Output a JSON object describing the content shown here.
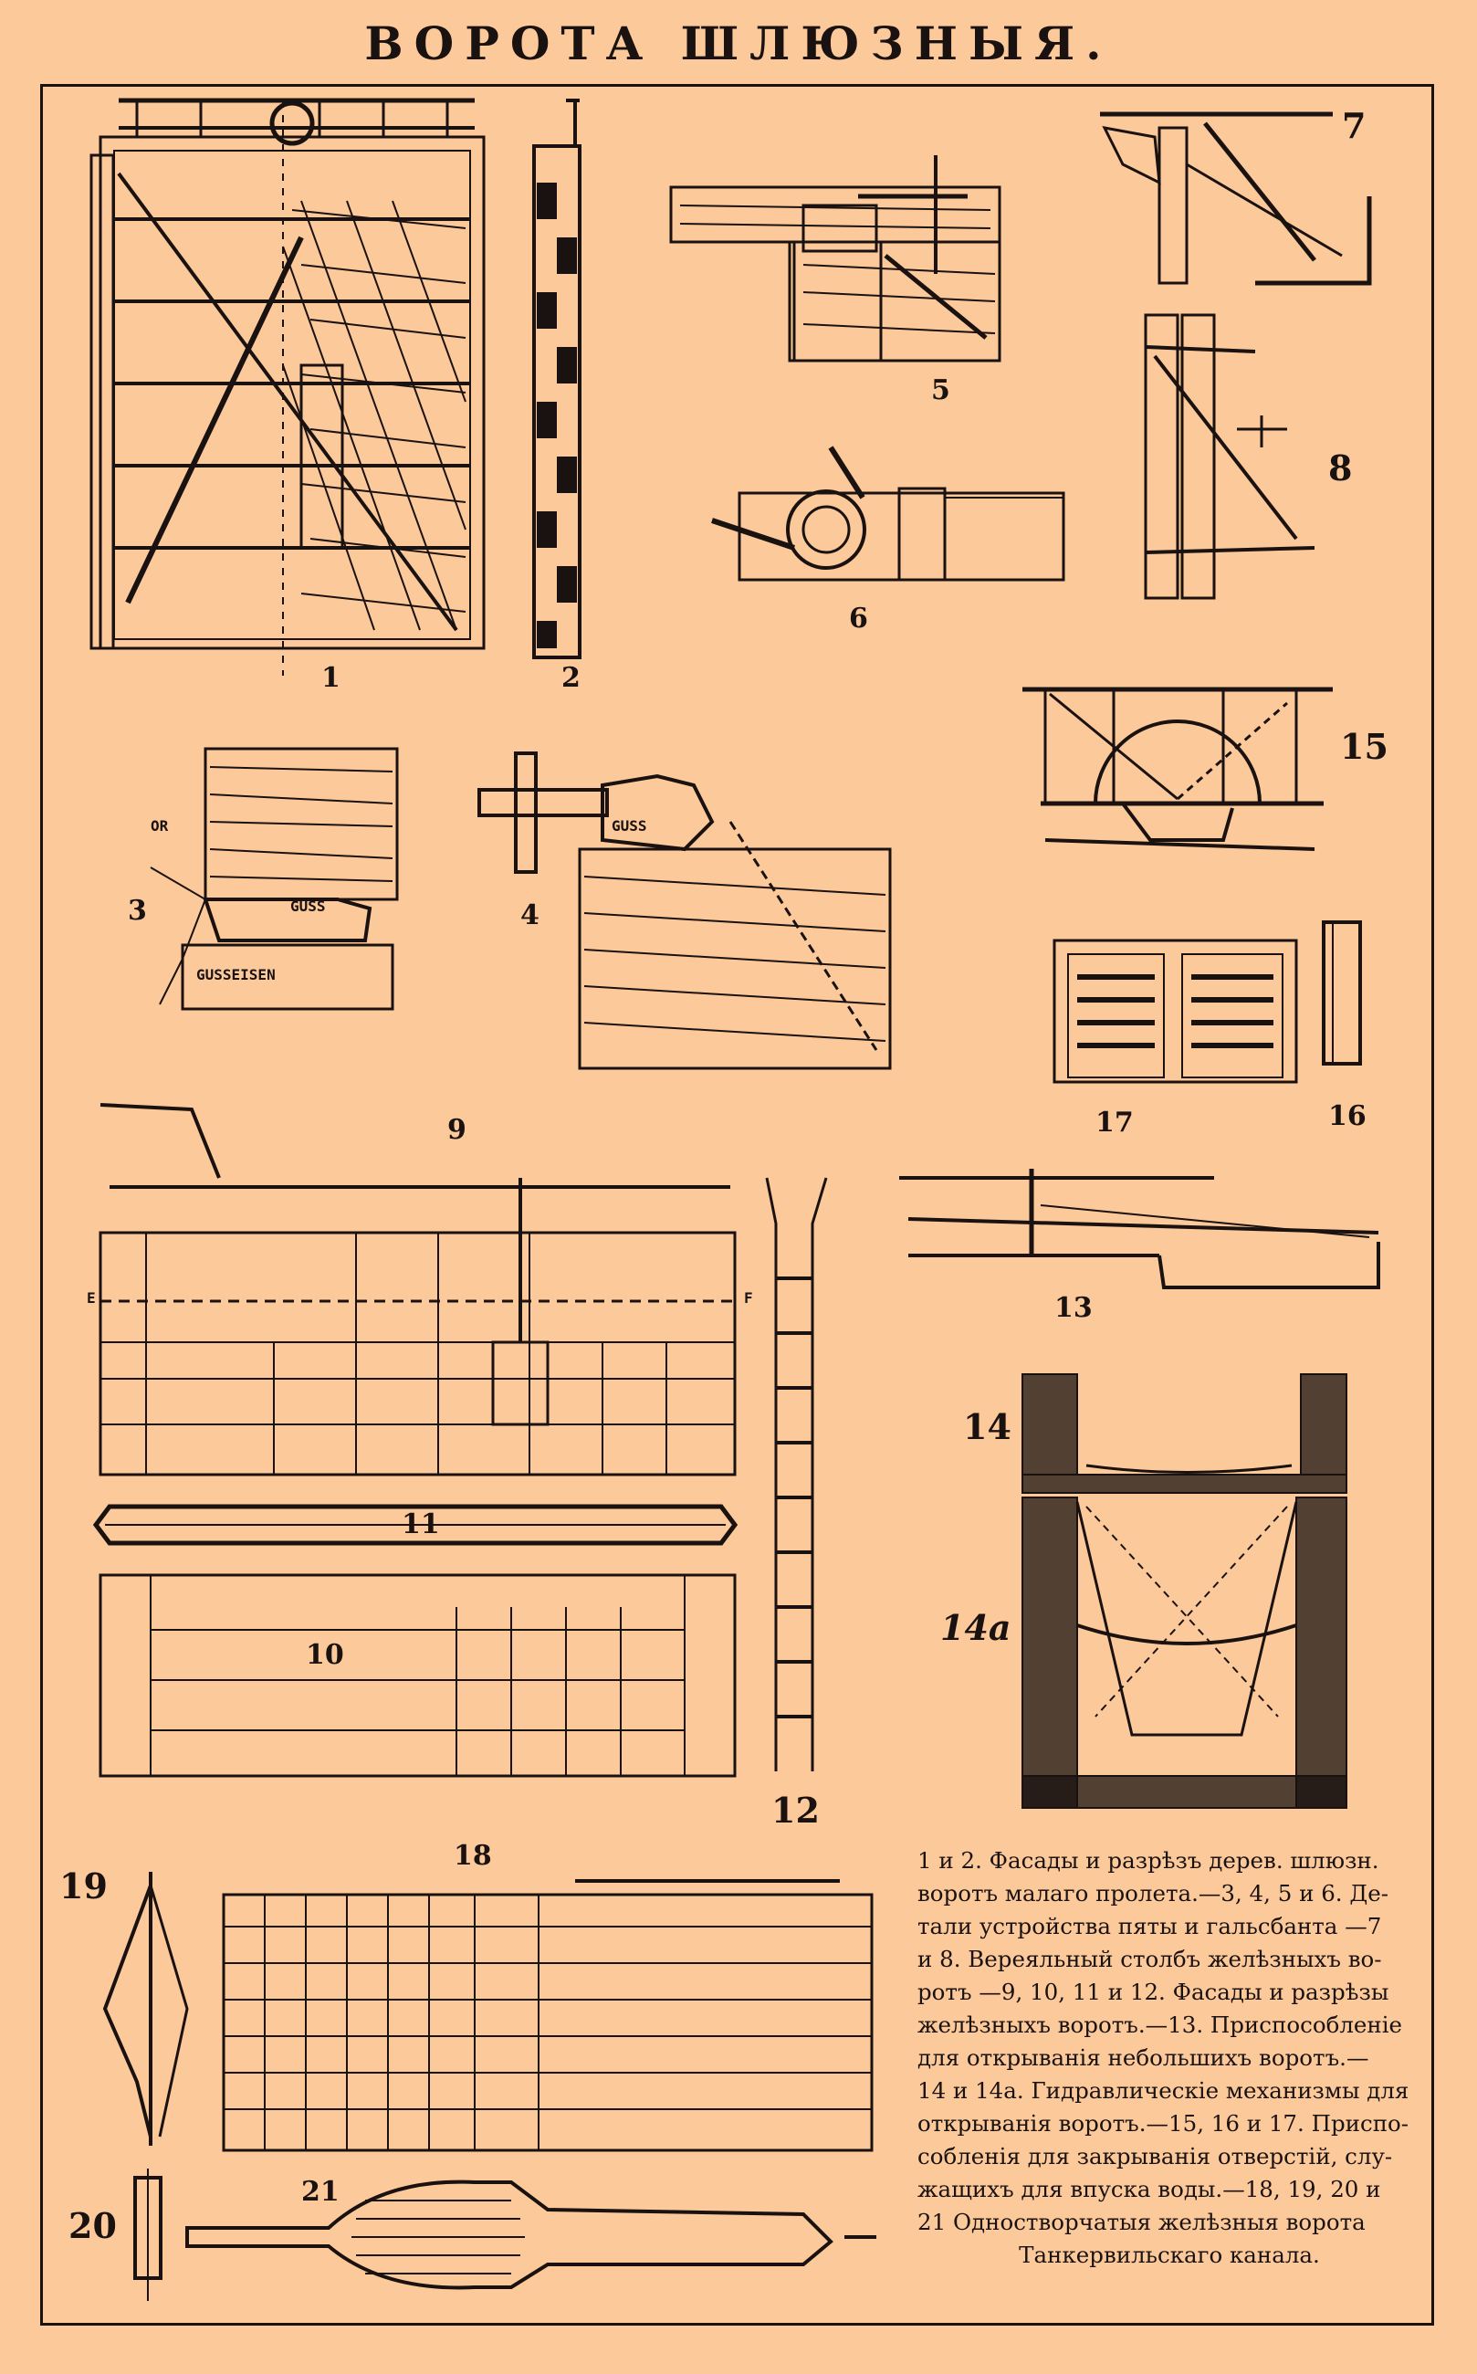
{
  "page": {
    "title": "ВОРОТА ШЛЮЗНЫЯ."
  },
  "figures": {
    "f1": "1",
    "f2": "2",
    "f3": "3",
    "f4": "4",
    "f5": "5",
    "f6": "6",
    "f7": "7",
    "f8": "8",
    "f9": "9",
    "f10": "10",
    "f11": "11",
    "f12": "12",
    "f13": "13",
    "f14": "14",
    "f14a": "14a",
    "f15": "15",
    "f16": "16",
    "f17": "17",
    "f18": "18",
    "f19": "19",
    "f20": "20",
    "f21": "21"
  },
  "labels": {
    "or": "OR",
    "guss3": "GUSS",
    "gusseisen": "GUSSEISEN",
    "guss4": "GUSS",
    "e": "E",
    "f": "F"
  },
  "caption": {
    "lines": [
      "1 и 2. Фасады и разрѣзъ дерев. шлюзн.",
      "воротъ малаго пролета.—3, 4, 5 и 6. Де-",
      "тали устройства пяты и гальсбанта —7",
      "и 8. Вереяльный столбъ желѣзныхъ во-",
      "ротъ —9, 10, 11 и 12. Фасады и разрѣзы",
      "желѣзныхъ воротъ.—13. Приспособленіе",
      "для открыванія небольшихъ воротъ.—",
      "14 и 14а. Гидравлическіе механизмы для",
      "открыванія воротъ.—15, 16 и 17. Приспо-",
      "собленія для закрыванія отверстій, слу-",
      "жащихъ для впуска воды.—18, 19, 20 и",
      "21 Одностворчатыя желѣзныя ворота"
    ],
    "last": "Танкервильскаго канала."
  }
}
